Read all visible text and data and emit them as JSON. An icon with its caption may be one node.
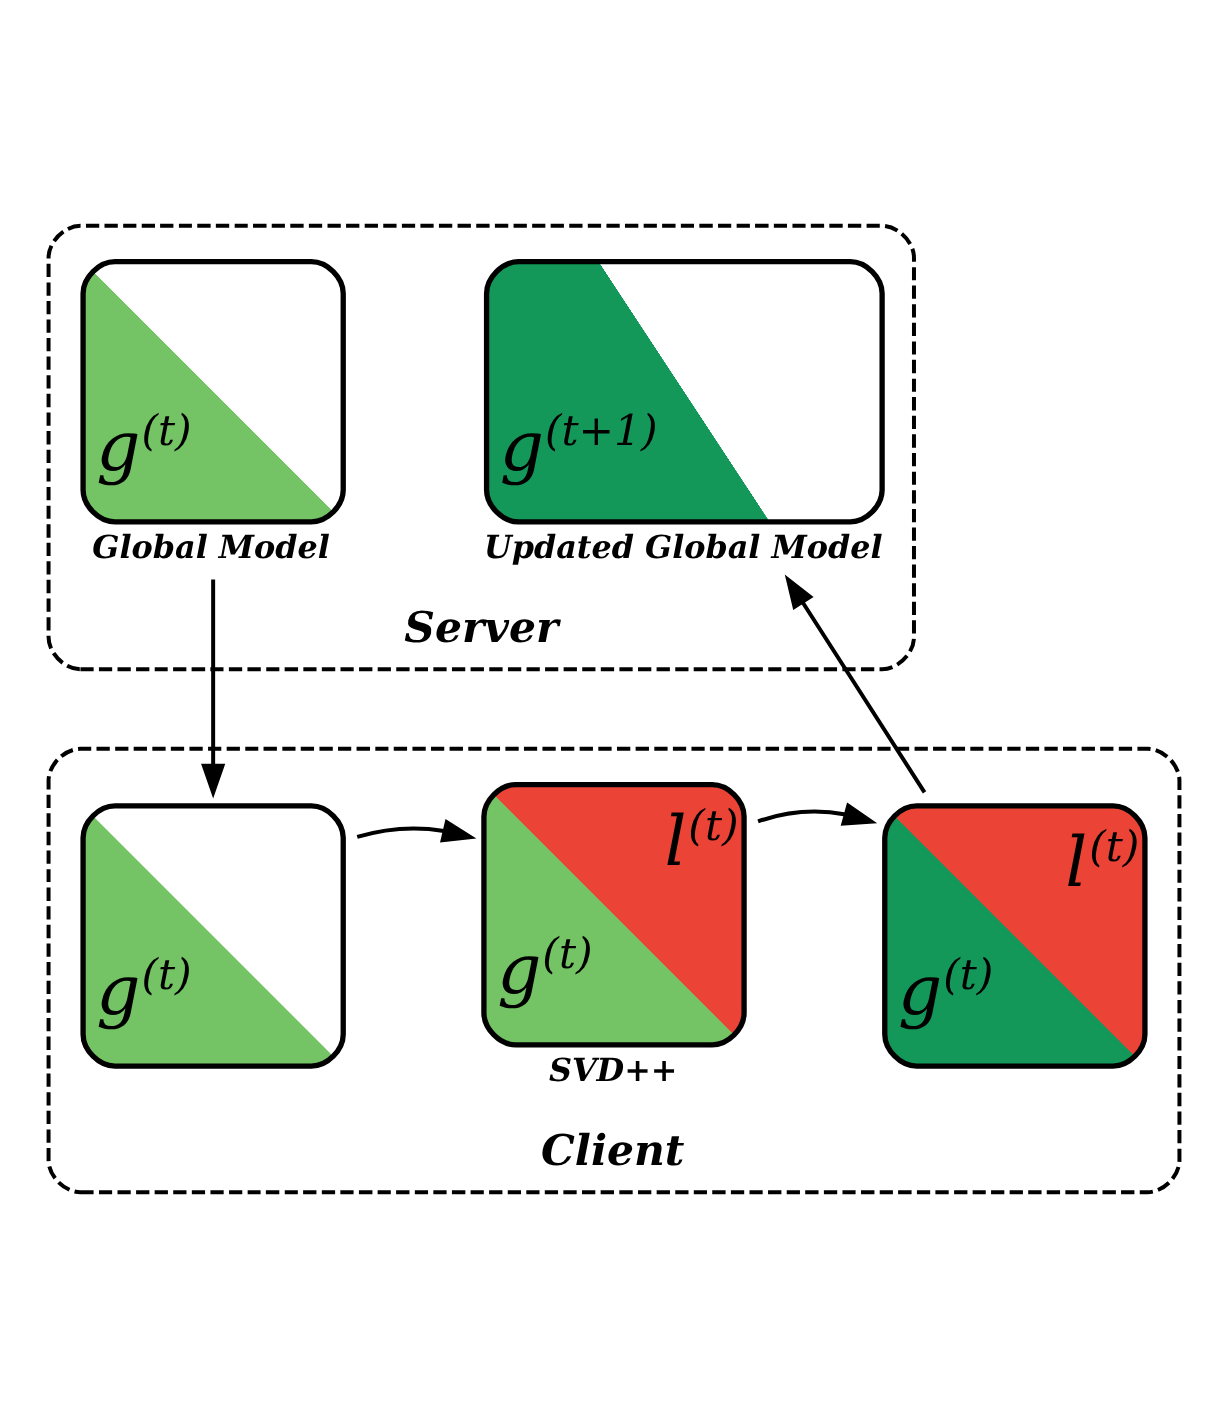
{
  "diagram": {
    "nodes": [
      {
        "text": [
          "Server"
        ]
      },
      {
        "text": [
          "g$^{(t)}$"
        ],
        "in": 0,
        "beside": [
          "Global Model"
        ]
      },
      {
        "text": [
          "g$^{(t+1)}$"
        ],
        "in": 0,
        "beside": [
          "Updated Global Model"
        ]
      },
      {
        "text": [
          "Client"
        ]
      },
      {
        "text": [
          "g$^{(t)}$"
        ],
        "in": 3
      },
      {
        "text": [
          "l$^{(t)}$",
          "g$^{(t)}$"
        ],
        "in": 3,
        "beside": [
          "SVD++"
        ]
      },
      {
        "text": [
          "l$^{(t)}$",
          "g$^{(t)}$"
        ],
        "in": 3
      }
    ],
    "edges": [
      {
        "from": 1,
        "to": 4,
        "arrow": "to"
      },
      {
        "from": 4,
        "to": 5,
        "arrow": "to"
      },
      {
        "from": 5,
        "to": 6,
        "arrow": "to"
      },
      {
        "from": 6,
        "to": 2,
        "arrow": "to"
      }
    ]
  }
}
